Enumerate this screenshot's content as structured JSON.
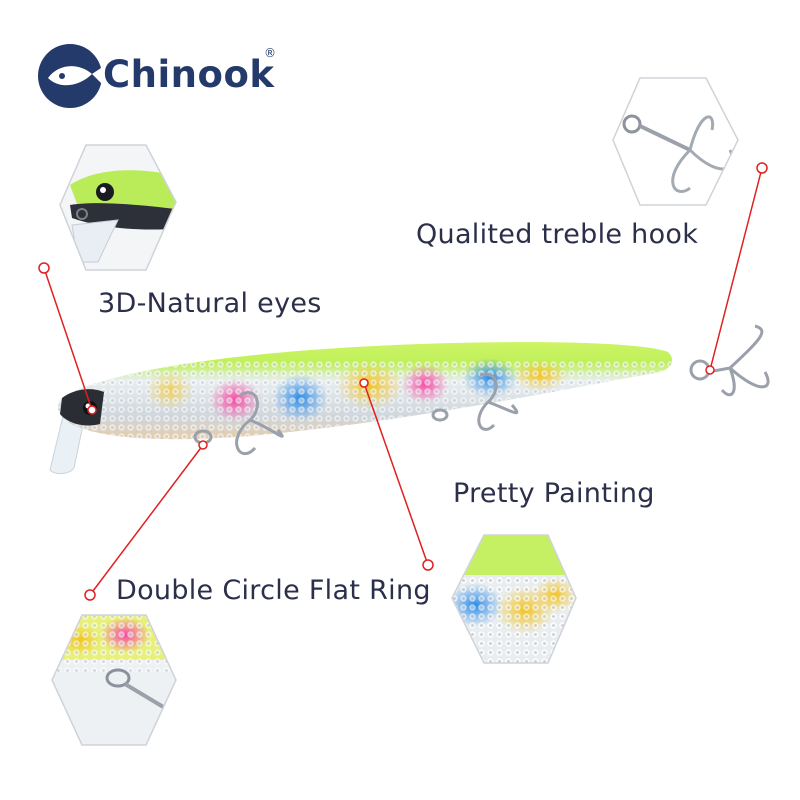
{
  "brand": {
    "name": "Chinook",
    "registered_mark": "®",
    "color": "#243a6b"
  },
  "callouts": {
    "eyes": "3D-Natural eyes",
    "hook": "Qualited treble hook",
    "painting": "Pretty Painting",
    "ring": "Double Circle Flat Ring"
  },
  "colors": {
    "callout_line": "#e02020",
    "label_text": "#2b2f4a",
    "lure_back": "#c9f25a",
    "lure_spots": [
      "#f45aa8",
      "#2f8fe6",
      "#f2c62c"
    ]
  },
  "product": {
    "subject": "fishing minnow lure with treble hooks"
  }
}
